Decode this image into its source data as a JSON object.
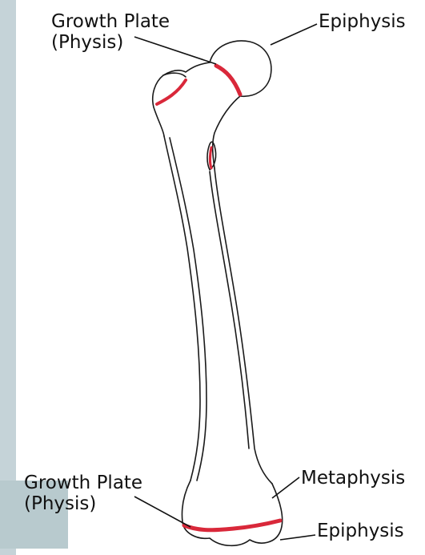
{
  "labels": {
    "top_growth_plate": "Growth Plate",
    "top_physis": "(Physis)",
    "top_epiphysis": "Epiphysis",
    "bottom_growth_plate": "Growth Plate",
    "bottom_physis": "(Physis)",
    "metaphysis": "Metaphysis",
    "bottom_epiphysis": "Epiphysis"
  },
  "colors": {
    "side_bar": "#c5d3d8",
    "side_bar_bottom": "#b8cace",
    "bone_outline": "#1a1a1a",
    "growth_plate": "#d9283a",
    "text": "#111111"
  },
  "icons": {
    "bone": "femur-drawing"
  }
}
